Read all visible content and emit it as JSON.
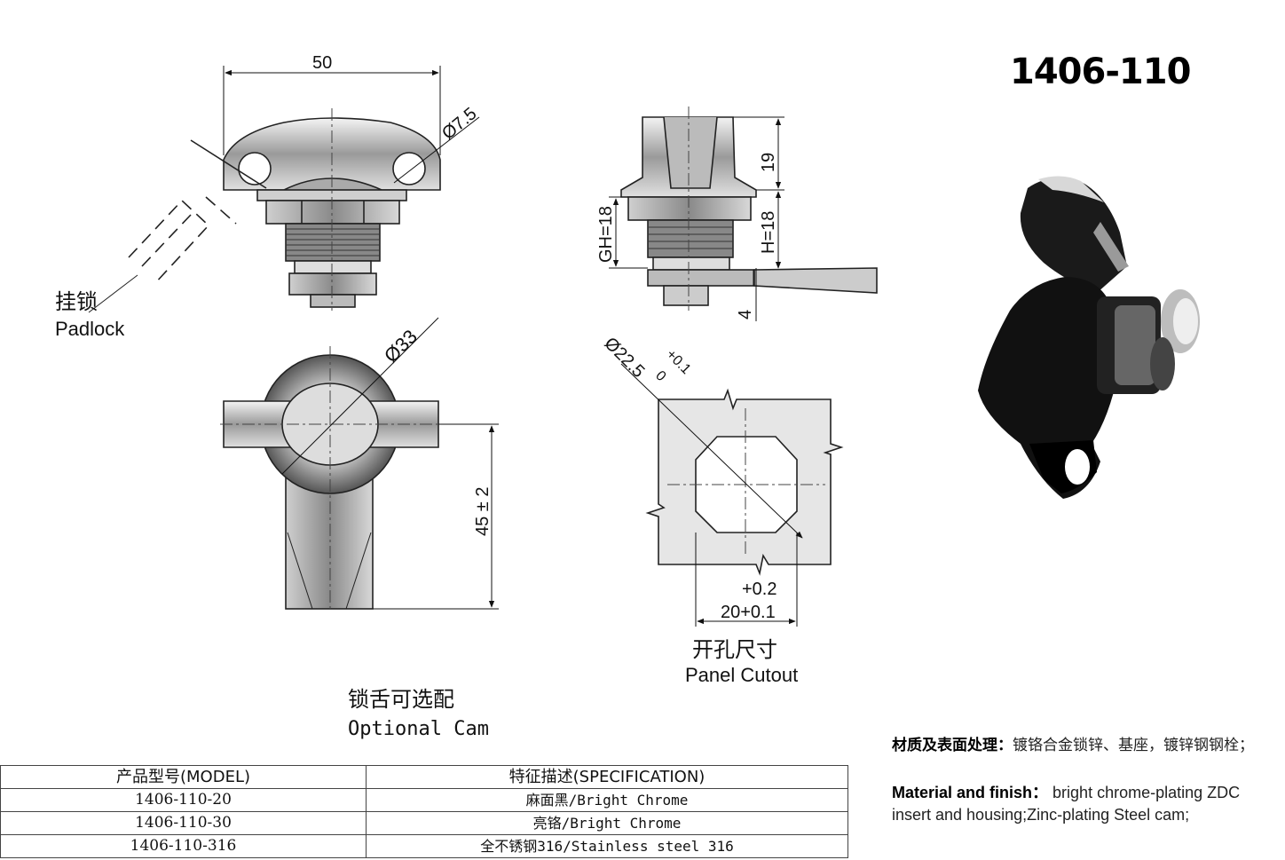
{
  "product_code": "1406-110",
  "dims": {
    "width_50": "50",
    "dia_7_5": "Ø7.5",
    "dia_33": "Ø33",
    "h_19": "19",
    "gh_18": "GH=18",
    "h_18": "H=18",
    "h_4": "4",
    "len_45": "45 ± 2",
    "cut_dia": "Ø22.5",
    "cut_dia_tol_upper": "+0.1",
    "cut_dia_tol_lower": "0",
    "cut_tol": "+0.2",
    "cut_width": "20+0.1"
  },
  "labels": {
    "padlock_cn": "挂锁",
    "padlock_en": "Padlock",
    "cutout_cn": "开孔尺寸",
    "cutout_en": "Panel Cutout",
    "cam_cn": "锁舌可选配",
    "cam_en": "Optional Cam"
  },
  "table": {
    "headers": [
      "产品型号(MODEL)",
      "特征描述(SPECIFICATION)"
    ],
    "rows": [
      {
        "model": "1406-110-20",
        "spec": "麻面黑/Bright Chrome"
      },
      {
        "model": "1406-110-30",
        "spec": "亮铬/Bright Chrome"
      },
      {
        "model": "1406-110-316",
        "spec": "全不锈钢316/Stainless steel 316"
      }
    ]
  },
  "material": {
    "cn_label": "材质及表面处理：",
    "cn_text": "镀铬合金锁锌、基座，镀锌钢钢栓；",
    "en_label": "Material and finish：",
    "en_text": "bright chrome-plating ZDC insert and housing;Zinc-plating Steel cam;"
  }
}
